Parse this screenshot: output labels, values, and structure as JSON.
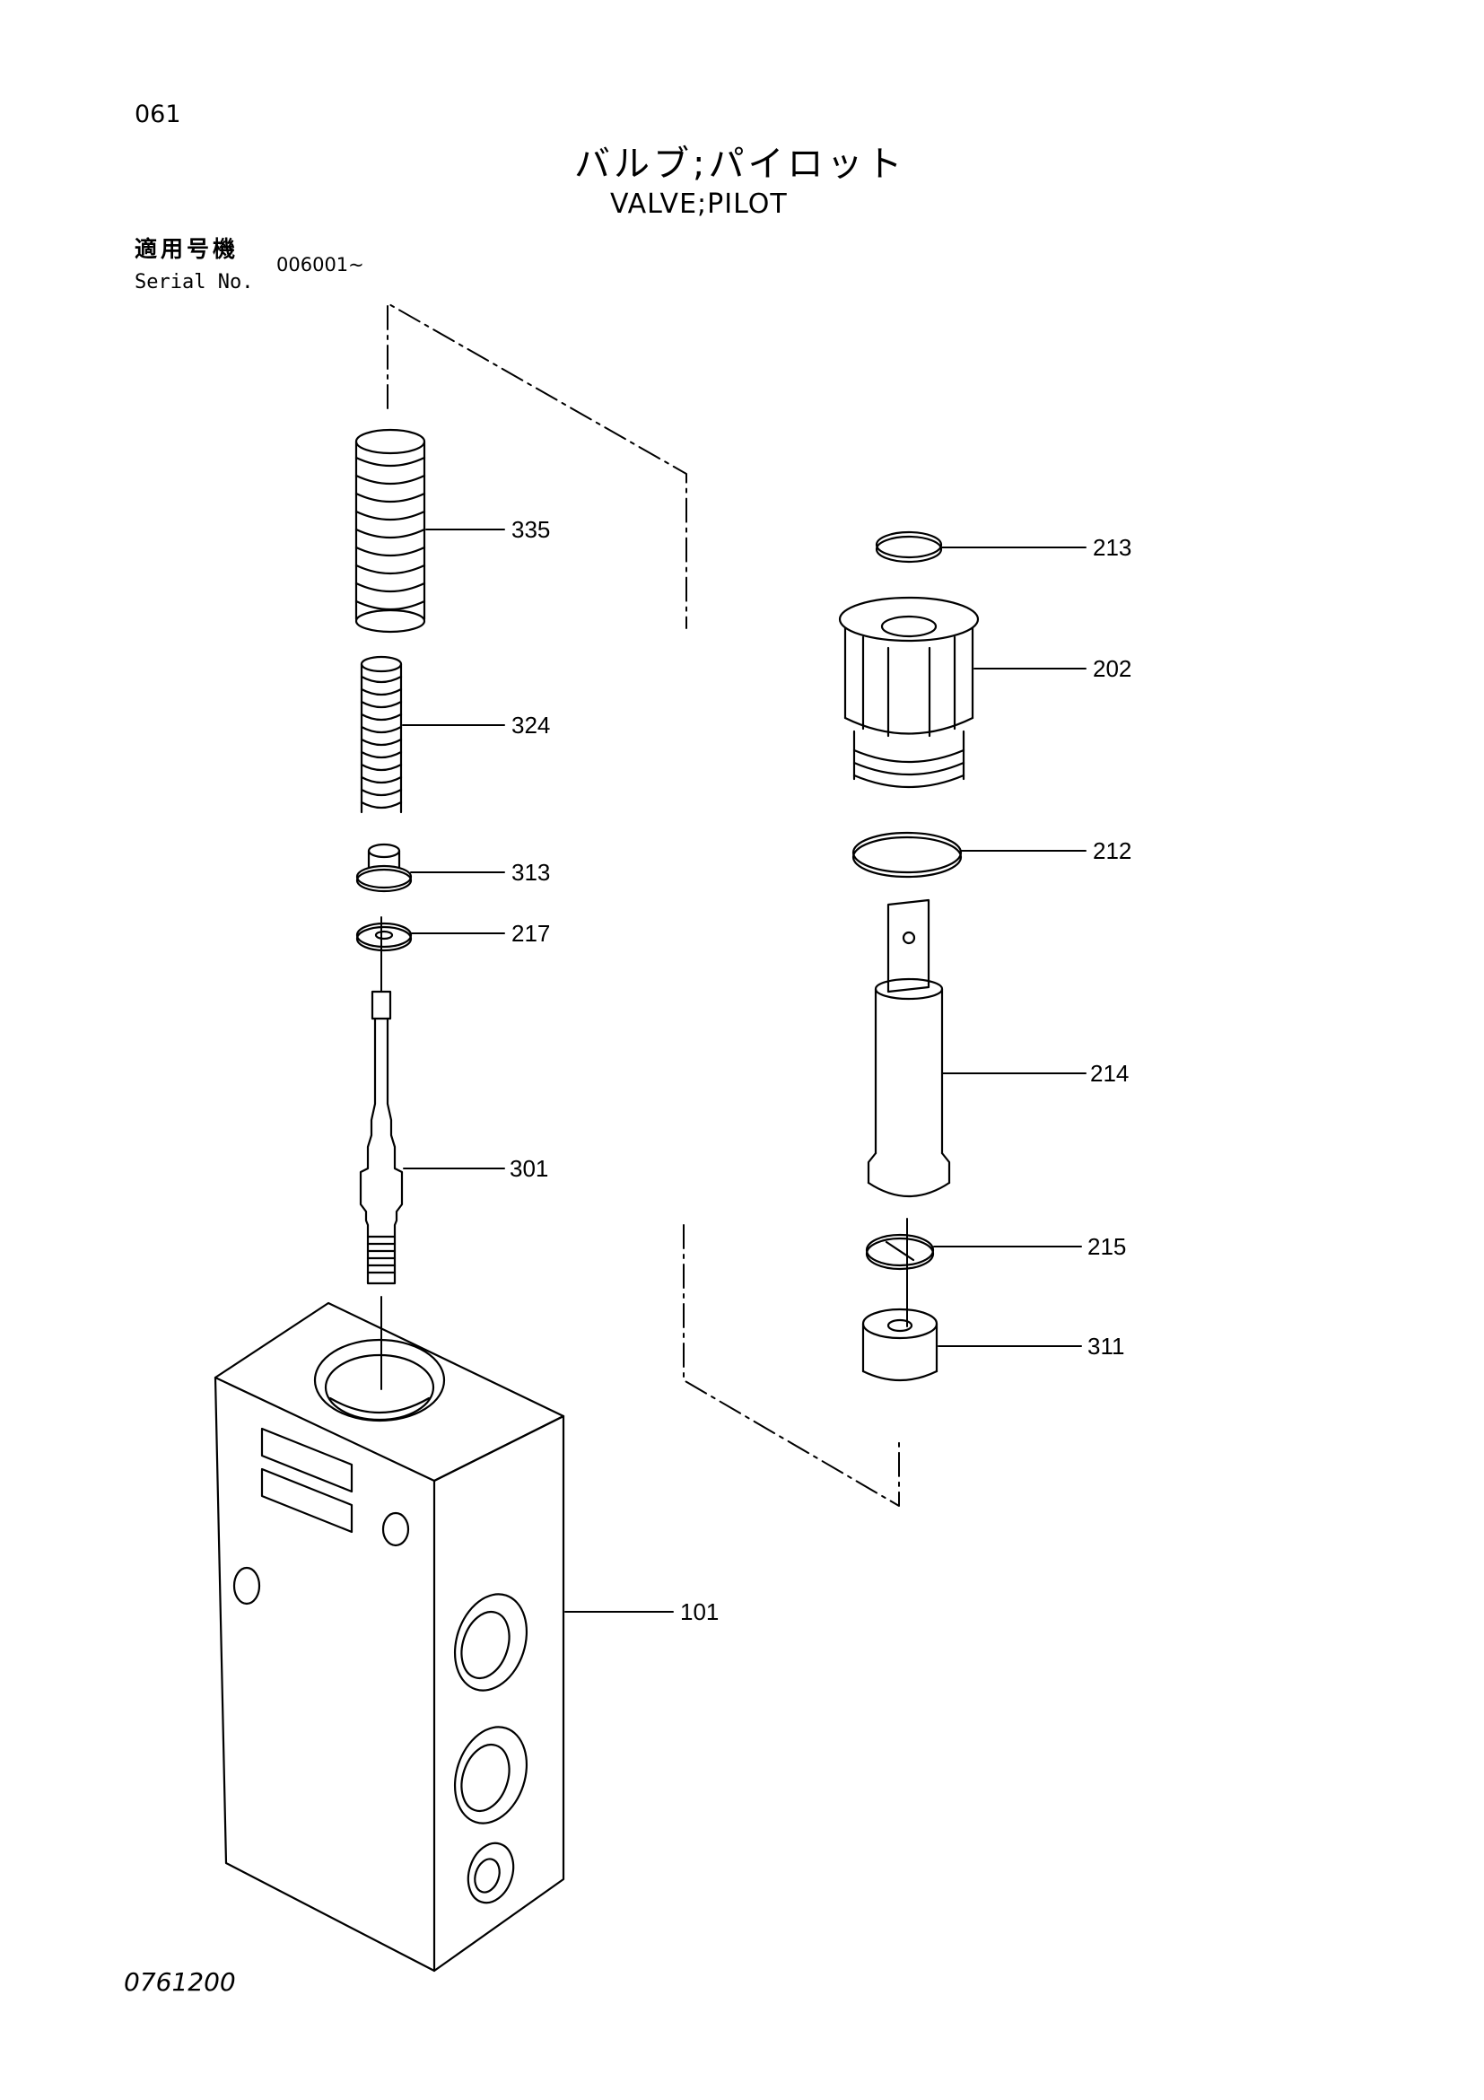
{
  "header": {
    "page_number": "061",
    "title_jp": "バルブ;パイロット",
    "title_en": "VALVE;PILOT",
    "serial_label_jp": "適用号機",
    "serial_label_en": "Serial No.",
    "serial_value": "006001~"
  },
  "footer": {
    "drawing_number": "0761200"
  },
  "parts": [
    {
      "callout": "335"
    },
    {
      "callout": "324"
    },
    {
      "callout": "313"
    },
    {
      "callout": "217"
    },
    {
      "callout": "301"
    },
    {
      "callout": "213"
    },
    {
      "callout": "202"
    },
    {
      "callout": "212"
    },
    {
      "callout": "214"
    },
    {
      "callout": "215"
    },
    {
      "callout": "311"
    },
    {
      "callout": "101"
    }
  ]
}
